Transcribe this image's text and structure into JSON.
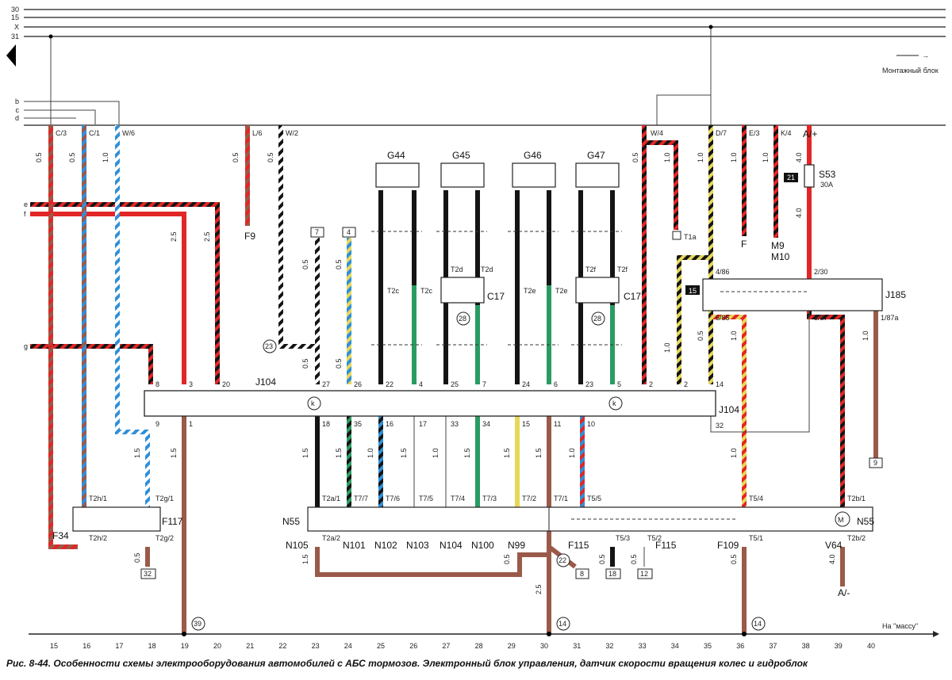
{
  "buses": [
    "30",
    "15",
    "X",
    "31"
  ],
  "aux_buses": [
    "b",
    "c",
    "d"
  ],
  "side_feeds": [
    "e",
    "f",
    "g"
  ],
  "mounting_block": {
    "label": "Монтажный блок",
    "arrow": "→"
  },
  "ground_label": "На \"массу\"",
  "top_connectors": [
    "C/3",
    "C/1",
    "W/6",
    "L/6",
    "W/2",
    "W/4",
    "D/7",
    "E/3",
    "K/4",
    "A/+"
  ],
  "gauges": [
    "0.5",
    "0.5",
    "1.0",
    "0.5",
    "0.5",
    "0.5",
    "1.0",
    "1.0",
    "1.0",
    "1.0",
    "4.0",
    "4.0",
    "2.5",
    "2.5",
    "0.5",
    "0.5",
    "0.5",
    "0.5",
    "1.0",
    "1.0",
    "0.5",
    "1.5",
    "1.5",
    "1.0",
    "1.5",
    "1.0",
    "1.5",
    "1.5",
    "1.5",
    "1.0",
    "1.5",
    "1.5",
    "1.0",
    "0.5",
    "1.5",
    "0.5",
    "0.5",
    "0.5",
    "2.5",
    "0.5",
    "4.0",
    "1.0"
  ],
  "sensors": [
    "G44",
    "G45",
    "G46",
    "G47"
  ],
  "terminals_mid": [
    "T2c",
    "T2c",
    "T2d",
    "T2d",
    "T2e",
    "T2e",
    "T2f",
    "T2f",
    "T1a"
  ],
  "capacitors": [
    "C17",
    "C17"
  ],
  "circles": [
    "23",
    "28",
    "28",
    "22",
    "39",
    "14",
    "14"
  ],
  "boxes": [
    "7",
    "4",
    "9",
    "32",
    "8",
    "18",
    "12",
    "21",
    "15"
  ],
  "fuse": {
    "label": "S53",
    "rating": "30A"
  },
  "ecu": {
    "label": "J104",
    "label_right": "J104",
    "k_symbol": "k",
    "pins_top": [
      "8",
      "3",
      "20",
      "27",
      "26",
      "22",
      "4",
      "25",
      "7",
      "24",
      "6",
      "23",
      "5",
      "2",
      "2",
      "14"
    ],
    "pins_bottom": [
      "9",
      "1",
      "18",
      "35",
      "16",
      "17",
      "33",
      "34",
      "15",
      "11",
      "10",
      "32"
    ]
  },
  "relay": {
    "label": "J185",
    "pins": [
      "4/86",
      "2/30",
      "6/85",
      "8/87",
      "1/87a"
    ]
  },
  "ground_labels": [
    "F",
    "F9",
    "M9",
    "M10"
  ],
  "block_terms": [
    "T2h/1",
    "T2h/2",
    "T2g/1",
    "T2g/2",
    "T2a/1",
    "T2a/2",
    "T7/7",
    "T7/6",
    "T7/5",
    "T7/4",
    "T7/3",
    "T7/2",
    "T7/1",
    "T5/5",
    "T5/4",
    "T5/3",
    "T5/2",
    "T5/1",
    "T2b/1",
    "T2b/2"
  ],
  "hydro": {
    "label": "N55",
    "label2": "N55"
  },
  "valves": [
    "N105",
    "N101",
    "N102",
    "N103",
    "N104",
    "N100",
    "N99"
  ],
  "switches": [
    "F34",
    "F117",
    "F115",
    "F115",
    "F109",
    "V64",
    "A/-"
  ],
  "bottom_numbers": [
    "15",
    "16",
    "17",
    "18",
    "19",
    "20",
    "21",
    "22",
    "23",
    "24",
    "25",
    "26",
    "27",
    "28",
    "29",
    "30",
    "31",
    "32",
    "33",
    "34",
    "35",
    "36",
    "37",
    "38",
    "39",
    "40"
  ],
  "caption": "Рис. 8-44. Особенности схемы электрооборудования автомобилей с АБС тормозов. Электронный блок управления, датчик скорости вращения колес и гидроблок",
  "colors": {
    "red": "#e22626",
    "black": "#141414",
    "brown": "#9a5a4a",
    "blue": "#2f8fd8",
    "green": "#2a9c62",
    "yellow": "#e6d85a",
    "white": "#ffffff",
    "bus": "#444444"
  }
}
